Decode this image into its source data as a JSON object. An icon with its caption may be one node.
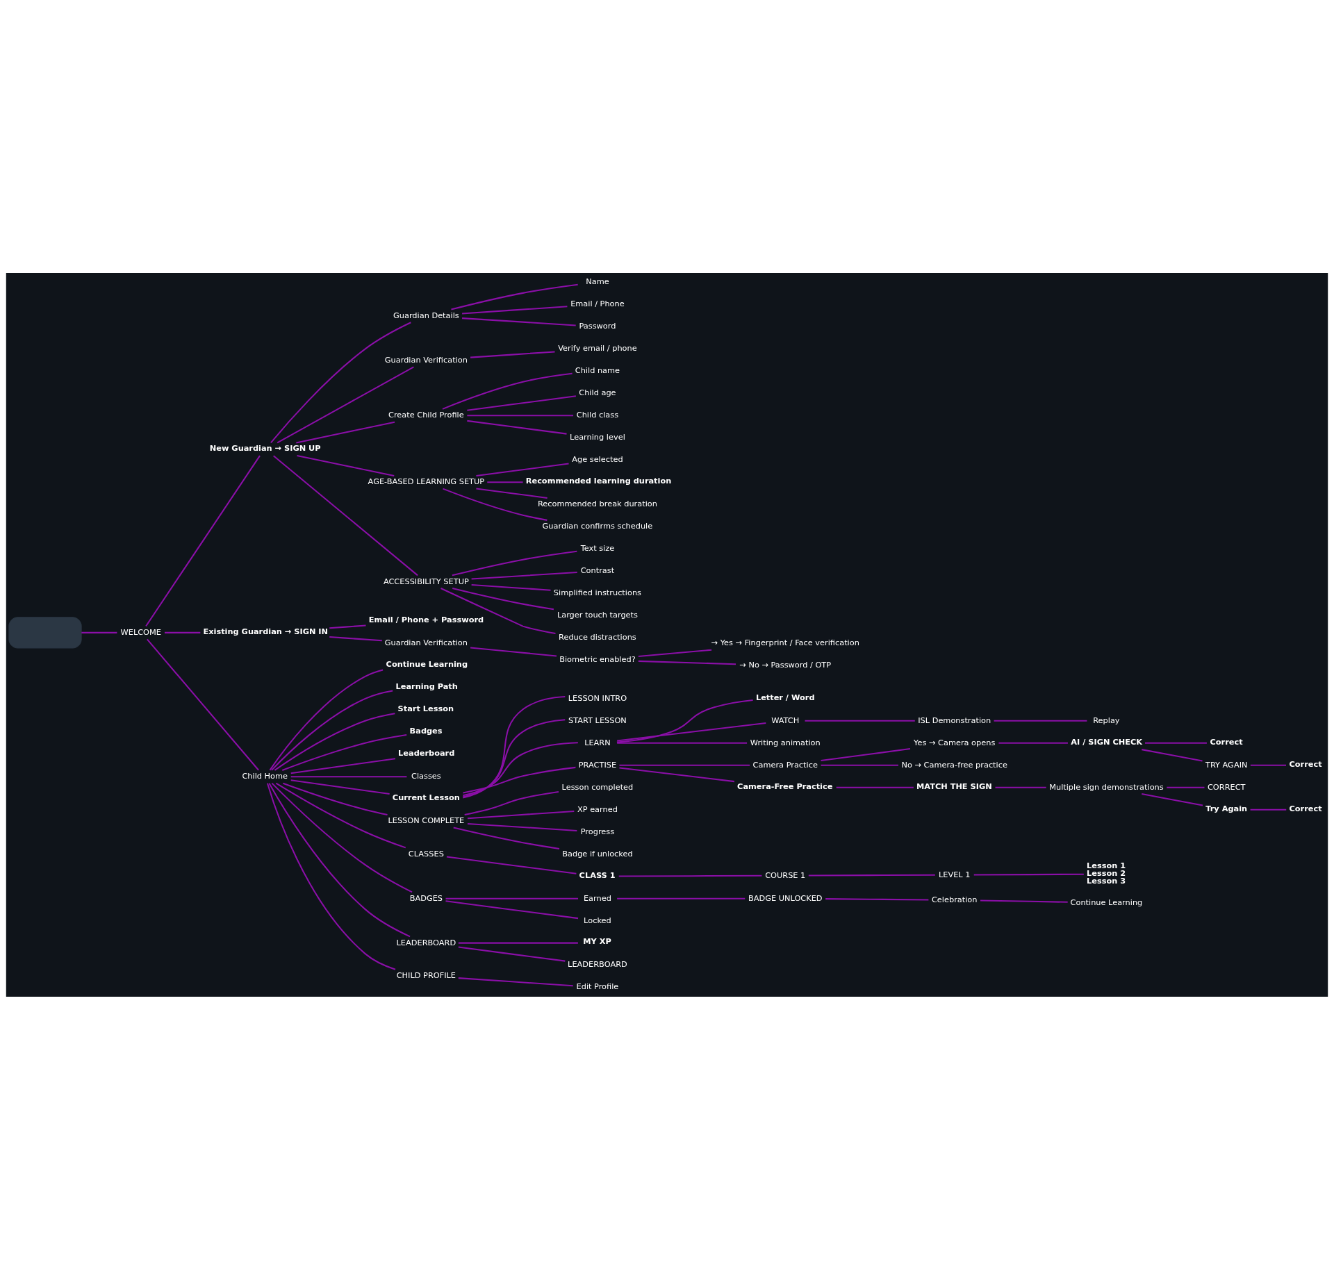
{
  "diagram": {
    "nodes": [
      {
        "text": [],
        "shape": "box"
      },
      {
        "text": [
          "WELCOME"
        ]
      },
      {
        "text": [
          "New Guardian → SIGN UP"
        ]
      },
      {
        "text": [
          "Guardian Details"
        ]
      },
      {
        "text": [
          "Name"
        ]
      },
      {
        "text": [
          "Email / Phone"
        ]
      },
      {
        "text": [
          "Password"
        ]
      },
      {
        "text": [
          "Guardian Verification"
        ]
      },
      {
        "text": [
          "Verify email / phone"
        ]
      },
      {
        "text": [
          "Create Child Profile"
        ]
      },
      {
        "text": [
          "Child name"
        ]
      },
      {
        "text": [
          "Child age"
        ]
      },
      {
        "text": [
          "Child class"
        ]
      },
      {
        "text": [
          "Learning level"
        ]
      },
      {
        "text": [
          "AGE-BASED LEARNING SETUP"
        ]
      },
      {
        "text": [
          "Age selected"
        ]
      },
      {
        "text": [
          "Recommended learning duration"
        ]
      },
      {
        "text": [
          "Recommended break duration"
        ]
      },
      {
        "text": [
          "Guardian confirms schedule"
        ]
      },
      {
        "text": [
          "ACCESSIBILITY SETUP"
        ]
      },
      {
        "text": [
          "Text size"
        ]
      },
      {
        "text": [
          "Contrast"
        ]
      },
      {
        "text": [
          "Simplified instructions"
        ]
      },
      {
        "text": [
          "Larger touch targets"
        ]
      },
      {
        "text": [
          "Reduce distractions"
        ]
      },
      {
        "text": [
          "Existing Guardian → SIGN IN"
        ]
      },
      {
        "text": [
          "Email / Phone + Password"
        ]
      },
      {
        "text": [
          "Guardian Verification"
        ]
      },
      {
        "text": [
          "Biometric enabled?"
        ]
      },
      {
        "text": [
          "→ Yes → Fingerprint / Face verification"
        ]
      },
      {
        "text": [
          "→ No → Password / OTP"
        ]
      },
      {
        "text": [
          "Child Home"
        ]
      },
      {
        "text": [
          "Continue Learning"
        ]
      },
      {
        "text": [
          "Learning Path"
        ]
      },
      {
        "text": [
          "Start Lesson"
        ]
      },
      {
        "text": [
          "Badges"
        ]
      },
      {
        "text": [
          "Leaderboard"
        ]
      },
      {
        "text": [
          "Classes"
        ]
      },
      {
        "text": [
          "Current Lesson"
        ]
      },
      {
        "text": [
          "LESSON INTRO"
        ]
      },
      {
        "text": [
          "START LESSON"
        ]
      },
      {
        "text": [
          "LEARN"
        ]
      },
      {
        "text": [
          "Letter / Word"
        ]
      },
      {
        "text": [
          "WATCH"
        ]
      },
      {
        "text": [
          "ISL Demonstration"
        ]
      },
      {
        "text": [
          "Replay"
        ]
      },
      {
        "text": [
          "Writing animation"
        ]
      },
      {
        "text": [
          "PRACTISE"
        ]
      },
      {
        "text": [
          "Camera Practice"
        ]
      },
      {
        "text": [
          "Yes → Camera opens"
        ]
      },
      {
        "text": [
          "AI / SIGN CHECK"
        ]
      },
      {
        "text": [
          "Correct"
        ]
      },
      {
        "text": [
          "TRY AGAIN"
        ]
      },
      {
        "text": [
          "Correct"
        ]
      },
      {
        "text": [
          "No → Camera-free practice"
        ]
      },
      {
        "text": [
          "Camera-Free Practice"
        ]
      },
      {
        "text": [
          "MATCH THE SIGN"
        ]
      },
      {
        "text": [
          "Multiple sign demonstrations"
        ]
      },
      {
        "text": [
          "CORRECT"
        ]
      },
      {
        "text": [
          "Try Again"
        ]
      },
      {
        "text": [
          "Correct"
        ]
      },
      {
        "text": [
          "LESSON COMPLETE"
        ]
      },
      {
        "text": [
          "Lesson completed"
        ]
      },
      {
        "text": [
          "XP earned"
        ]
      },
      {
        "text": [
          "Progress"
        ]
      },
      {
        "text": [
          "Badge if unlocked"
        ]
      },
      {
        "text": [
          "CLASSES"
        ]
      },
      {
        "text": [
          "CLASS 1"
        ]
      },
      {
        "text": [
          "COURSE 1"
        ]
      },
      {
        "text": [
          "LEVEL 1"
        ]
      },
      {
        "text": [
          "Lesson 1",
          "Lesson 2",
          "Lesson 3"
        ]
      },
      {
        "text": [
          "BADGES"
        ]
      },
      {
        "text": [
          "Earned"
        ]
      },
      {
        "text": [
          "BADGE UNLOCKED"
        ]
      },
      {
        "text": [
          "Celebration"
        ]
      },
      {
        "text": [
          "Continue Learning"
        ]
      },
      {
        "text": [
          "Locked"
        ]
      },
      {
        "text": [
          "LEADERBOARD"
        ]
      },
      {
        "text": [
          "MY XP"
        ]
      },
      {
        "text": [
          "LEADERBOARD"
        ]
      },
      {
        "text": [
          "CHILD PROFILE"
        ]
      },
      {
        "text": [
          "Edit Profile"
        ]
      }
    ],
    "edges": [
      {
        "from": 0,
        "to": 1,
        "arrow": "none"
      },
      {
        "from": 1,
        "to": 2,
        "arrow": "none"
      },
      {
        "from": 2,
        "to": 3,
        "arrow": "none"
      },
      {
        "from": 3,
        "to": 4,
        "arrow": "none"
      },
      {
        "from": 3,
        "to": 5,
        "arrow": "none"
      },
      {
        "from": 3,
        "to": 6,
        "arrow": "none"
      },
      {
        "from": 2,
        "to": 7,
        "arrow": "none"
      },
      {
        "from": 7,
        "to": 8,
        "arrow": "none"
      },
      {
        "from": 2,
        "to": 9,
        "arrow": "none"
      },
      {
        "from": 9,
        "to": 10,
        "arrow": "none"
      },
      {
        "from": 9,
        "to": 11,
        "arrow": "none"
      },
      {
        "from": 9,
        "to": 12,
        "arrow": "none"
      },
      {
        "from": 9,
        "to": 13,
        "arrow": "none"
      },
      {
        "from": 2,
        "to": 14,
        "arrow": "none"
      },
      {
        "from": 14,
        "to": 15,
        "arrow": "none"
      },
      {
        "from": 14,
        "to": 16,
        "arrow": "none"
      },
      {
        "from": 14,
        "to": 17,
        "arrow": "none"
      },
      {
        "from": 14,
        "to": 18,
        "arrow": "none"
      },
      {
        "from": 2,
        "to": 19,
        "arrow": "none"
      },
      {
        "from": 19,
        "to": 20,
        "arrow": "none"
      },
      {
        "from": 19,
        "to": 21,
        "arrow": "none"
      },
      {
        "from": 19,
        "to": 22,
        "arrow": "none"
      },
      {
        "from": 19,
        "to": 23,
        "arrow": "none"
      },
      {
        "from": 19,
        "to": 24,
        "arrow": "none"
      },
      {
        "from": 1,
        "to": 25,
        "arrow": "none"
      },
      {
        "from": 25,
        "to": 26,
        "arrow": "none"
      },
      {
        "from": 25,
        "to": 27,
        "arrow": "none"
      },
      {
        "from": 27,
        "to": 28,
        "arrow": "none"
      },
      {
        "from": 28,
        "to": 29,
        "arrow": "none"
      },
      {
        "from": 28,
        "to": 30,
        "arrow": "none"
      },
      {
        "from": 1,
        "to": 31,
        "arrow": "none"
      },
      {
        "from": 31,
        "to": 32,
        "arrow": "none"
      },
      {
        "from": 31,
        "to": 33,
        "arrow": "none"
      },
      {
        "from": 31,
        "to": 34,
        "arrow": "none"
      },
      {
        "from": 31,
        "to": 35,
        "arrow": "none"
      },
      {
        "from": 31,
        "to": 36,
        "arrow": "none"
      },
      {
        "from": 31,
        "to": 37,
        "arrow": "none"
      },
      {
        "from": 31,
        "to": 38,
        "arrow": "none"
      },
      {
        "from": 38,
        "to": 39,
        "arrow": "none"
      },
      {
        "from": 38,
        "to": 40,
        "arrow": "none"
      },
      {
        "from": 38,
        "to": 41,
        "arrow": "none"
      },
      {
        "from": 41,
        "to": 42,
        "arrow": "none"
      },
      {
        "from": 41,
        "to": 43,
        "arrow": "none"
      },
      {
        "from": 43,
        "to": 44,
        "arrow": "none"
      },
      {
        "from": 44,
        "to": 45,
        "arrow": "none"
      },
      {
        "from": 41,
        "to": 46,
        "arrow": "none"
      },
      {
        "from": 38,
        "to": 47,
        "arrow": "none"
      },
      {
        "from": 47,
        "to": 48,
        "arrow": "none"
      },
      {
        "from": 48,
        "to": 49,
        "arrow": "none"
      },
      {
        "from": 49,
        "to": 50,
        "arrow": "none"
      },
      {
        "from": 50,
        "to": 51,
        "arrow": "none"
      },
      {
        "from": 50,
        "to": 52,
        "arrow": "none"
      },
      {
        "from": 52,
        "to": 53,
        "arrow": "none"
      },
      {
        "from": 48,
        "to": 54,
        "arrow": "none"
      },
      {
        "from": 47,
        "to": 55,
        "arrow": "none"
      },
      {
        "from": 55,
        "to": 56,
        "arrow": "none"
      },
      {
        "from": 56,
        "to": 57,
        "arrow": "none"
      },
      {
        "from": 57,
        "to": 58,
        "arrow": "none"
      },
      {
        "from": 57,
        "to": 59,
        "arrow": "none"
      },
      {
        "from": 59,
        "to": 60,
        "arrow": "none"
      },
      {
        "from": 31,
        "to": 61,
        "arrow": "none"
      },
      {
        "from": 61,
        "to": 62,
        "arrow": "none"
      },
      {
        "from": 61,
        "to": 63,
        "arrow": "none"
      },
      {
        "from": 61,
        "to": 64,
        "arrow": "none"
      },
      {
        "from": 61,
        "to": 65,
        "arrow": "none"
      },
      {
        "from": 31,
        "to": 66,
        "arrow": "none"
      },
      {
        "from": 66,
        "to": 67,
        "arrow": "none"
      },
      {
        "from": 67,
        "to": 68,
        "arrow": "none"
      },
      {
        "from": 68,
        "to": 69,
        "arrow": "none"
      },
      {
        "from": 69,
        "to": 70,
        "arrow": "none"
      },
      {
        "from": 31,
        "to": 71,
        "arrow": "none"
      },
      {
        "from": 71,
        "to": 72,
        "arrow": "none"
      },
      {
        "from": 72,
        "to": 73,
        "arrow": "none"
      },
      {
        "from": 73,
        "to": 74,
        "arrow": "none"
      },
      {
        "from": 74,
        "to": 75,
        "arrow": "none"
      },
      {
        "from": 71,
        "to": 76,
        "arrow": "none"
      },
      {
        "from": 31,
        "to": 77,
        "arrow": "none"
      },
      {
        "from": 77,
        "to": 78,
        "arrow": "none"
      },
      {
        "from": 77,
        "to": 79,
        "arrow": "none"
      },
      {
        "from": 31,
        "to": 80,
        "arrow": "none"
      },
      {
        "from": 80,
        "to": 81,
        "arrow": "none"
      }
    ]
  }
}
